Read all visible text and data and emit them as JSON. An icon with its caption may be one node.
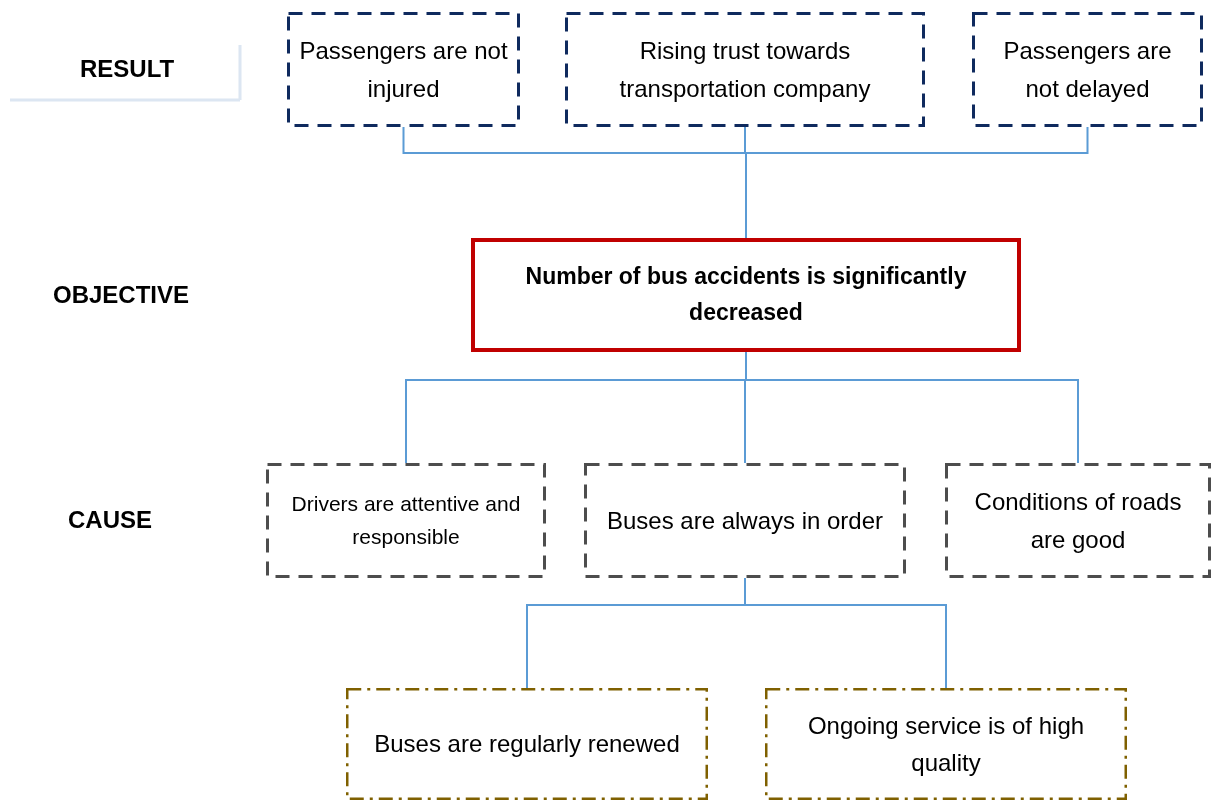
{
  "diagram": {
    "nodes": [
      {
        "text": [
          "Passengers are not injured"
        ]
      },
      {
        "text": [
          "Rising trust towards transportation company"
        ]
      },
      {
        "text": [
          "Passengers are not delayed"
        ]
      },
      {
        "text": [
          "Number of bus accidents is significantly decreased"
        ]
      },
      {
        "text": [
          "Drivers are attentive and responsible"
        ]
      },
      {
        "text": [
          "Buses are always in order"
        ]
      },
      {
        "text": [
          "Conditions of roads are good"
        ]
      },
      {
        "text": [
          "Buses are regularly renewed"
        ]
      },
      {
        "text": [
          "Ongoing service is of high quality"
        ]
      }
    ],
    "edges": [
      {
        "from": 0,
        "to": 3,
        "arrow": "none"
      },
      {
        "from": 1,
        "to": 3,
        "arrow": "none"
      },
      {
        "from": 2,
        "to": 3,
        "arrow": "none"
      },
      {
        "from": 3,
        "to": 4,
        "arrow": "none"
      },
      {
        "from": 3,
        "to": 5,
        "arrow": "none"
      },
      {
        "from": 3,
        "to": 6,
        "arrow": "none"
      },
      {
        "from": 5,
        "to": 7,
        "arrow": "none"
      },
      {
        "from": 5,
        "to": 8,
        "arrow": "none"
      }
    ],
    "labels": [
      "RESULT",
      "OBJECTIVE",
      "CAUSE"
    ]
  }
}
